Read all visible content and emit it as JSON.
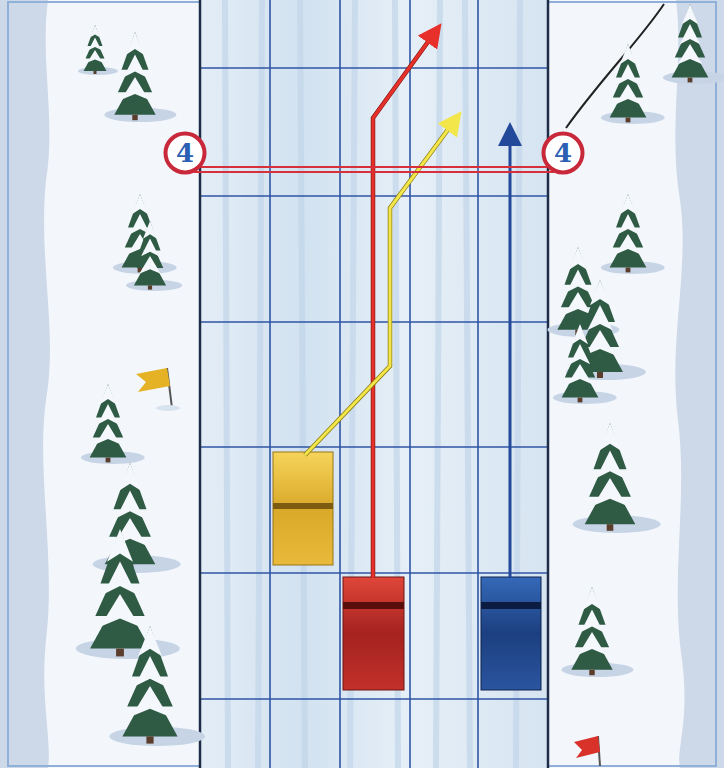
{
  "diagram": {
    "nodes": [
      {
        "text": [
          "4"
        ]
      },
      {
        "text": [
          "4"
        ]
      }
    ],
    "edges": [
      {
        "from": 0,
        "to": 1,
        "arrow": "none"
      }
    ]
  }
}
